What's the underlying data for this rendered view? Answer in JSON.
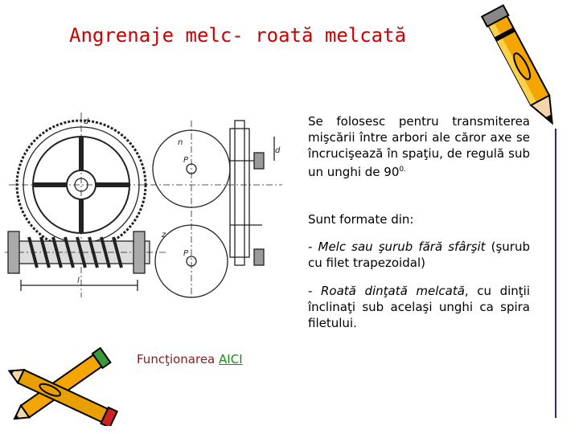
{
  "title": "Angrenaje melc- roată melcată",
  "paragraphs": {
    "p1": "Se folosesc pentru transmiterea mişcării între arbori ale căror axe se încrucişează în spaţiu, de regulă sub un unghi de 90",
    "p1_sup": "0.",
    "p2": "Sunt formate din:",
    "p3_dash": "- ",
    "p3_term": "Melc sau şurub fără sfârşit",
    "p3_rest": " (şurub cu filet trapezoidal)",
    "p4_dash": "- ",
    "p4_term": "Roată dinţată melcată",
    "p4_rest": ", cu dinţii înclinaţi sub acelaşi unghi ca spira filetului."
  },
  "link": {
    "prefix": "Funcţionarea ",
    "label": "AICI"
  },
  "drawing": {
    "labels": [
      "d",
      "n",
      "d",
      "z",
      "l",
      "P",
      "P"
    ]
  },
  "colors": {
    "title": "#cc0000",
    "link": "#1a8a1a",
    "func_text": "#8b1a1a"
  }
}
